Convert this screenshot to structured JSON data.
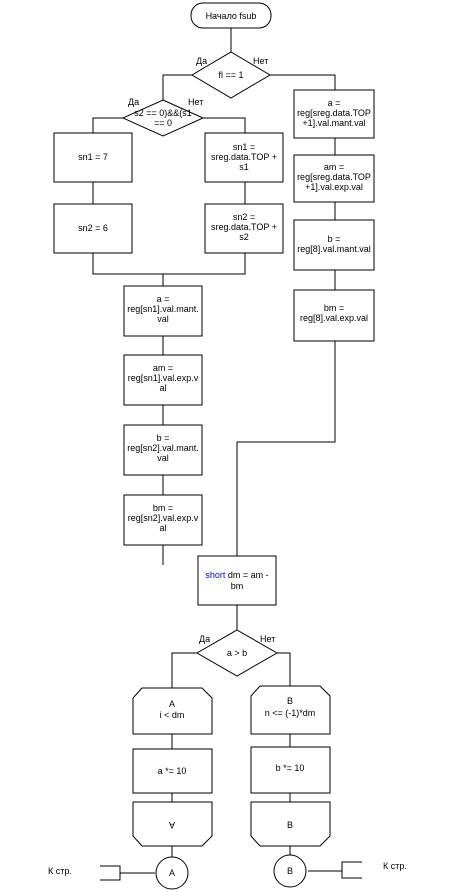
{
  "title": "Начало fsub",
  "yes": "Да",
  "no": "Нет",
  "decision_fl": "fl == 1",
  "decision_s2": [
    "s2 == 0)&&(s1",
    "== 0"
  ],
  "left_branch": {
    "sn1": "sn1 = 7",
    "sn2": "sn2 = 6"
  },
  "mid_branch": {
    "sn1": [
      "sn1 =",
      "sreg.data.TOP +",
      "s1"
    ],
    "sn2": [
      "sn2 =",
      "sreg.data.TOP +",
      "s2"
    ]
  },
  "right_branch": {
    "a": [
      "a =",
      "reg[sreg.data.TOP",
      "+1].val.mant.val"
    ],
    "am": [
      "am =",
      "reg[sreg.data.TOP",
      "+1].val.exp.val"
    ],
    "b": [
      "b =",
      "reg[8].val.mant.val"
    ],
    "bm": [
      "bm =",
      "reg[8].val.exp.val"
    ]
  },
  "center_chain": {
    "a": [
      "a =",
      "reg[sn1].val.mant.",
      "val"
    ],
    "am": [
      "am =",
      "reg[sn1].val.exp.v",
      "al"
    ],
    "b": [
      "b =",
      "reg[sn2].val.mant.",
      "val"
    ],
    "bm": [
      "bm =",
      "reg[sn2].val.exp.v",
      "al"
    ]
  },
  "short_keyword": "short",
  "short_rest": " dm = am -",
  "short_line2": "bm",
  "decision_ab": "a > b",
  "loop_a": {
    "open_label": "A",
    "open_cond": "i < dm",
    "body": "a *= 10",
    "close_label": "A"
  },
  "loop_b": {
    "open_label": "B",
    "open_cond": "n <= (-1)*dm",
    "body": "b *= 10",
    "close_label": "B"
  },
  "connector_a": "A",
  "connector_b": "B",
  "page_ref_left": "К стр.",
  "page_ref_right": "К стр.",
  "colors": {
    "keyword": "#0000ff",
    "stroke": "#000000",
    "fill": "#ffffff"
  }
}
